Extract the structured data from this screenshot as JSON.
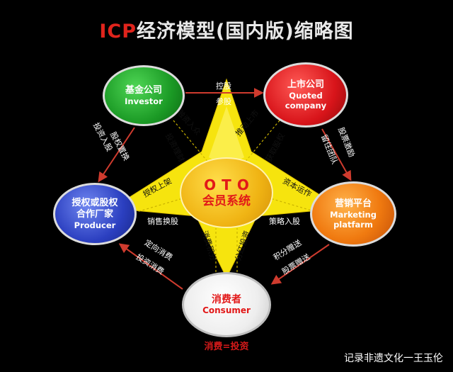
{
  "title": {
    "prefix": "ICP",
    "main": "经济模型(国内版)缩略图"
  },
  "nodes": {
    "investor": {
      "cn": "基金公司",
      "en": "Investor"
    },
    "quoted": {
      "cn": "上市公司",
      "en_line1": "Quoted",
      "en_line2": "company"
    },
    "producer": {
      "cn_line1": "授权或股权",
      "cn_line2": "合作厂家",
      "en": "Producer"
    },
    "marketing": {
      "cn": "营销平台",
      "en_line1": "Marketing",
      "en_line2": "platfarm"
    },
    "consumer": {
      "cn": "消费者",
      "en": "Consumer"
    },
    "center": {
      "oto": "OTO",
      "cn": "会员系统"
    }
  },
  "arrow_labels": {
    "investor_to_quoted_top": "控股",
    "investor_to_quoted_bottom": "参股",
    "investor_producer_left": "投资入股",
    "investor_producer_right": "股权置换",
    "quoted_marketing_left": "留住团队",
    "quoted_marketing_right": "股票激励",
    "marketing_consumer_top": "积分赠送",
    "marketing_consumer_bottom": "股票赠送",
    "consumer_producer_top": "定向消费",
    "consumer_producer_bottom": "投资消费"
  },
  "star_labels": {
    "investor_arm_left": "融资入众",
    "investor_arm_right": "投资理财",
    "quoted_arm_left": "推动上市",
    "quoted_arm_right": "获取股权",
    "producer_arm_top": "授权上架",
    "producer_arm_bottom": "销售换股",
    "marketing_arm_top": "资本运作",
    "marketing_arm_bottom": "策略入股",
    "consumer_arm_left": "消费积分",
    "consumer_arm_right": "分红投资"
  },
  "formula": "消费=投资",
  "footer_note": "记录非遗文化一王玉伦",
  "colors": {
    "background": "#000000",
    "title_accent": "#e0241c",
    "star_fill": "#f6e40e",
    "arrow": "#cf3b2e",
    "label": "#ffffff",
    "investor": "#1b9a25",
    "quoted": "#d8141a",
    "producer": "#2b3fc0",
    "marketing": "#f07a10",
    "consumer": "#ffffff",
    "center": "#f0b414"
  }
}
